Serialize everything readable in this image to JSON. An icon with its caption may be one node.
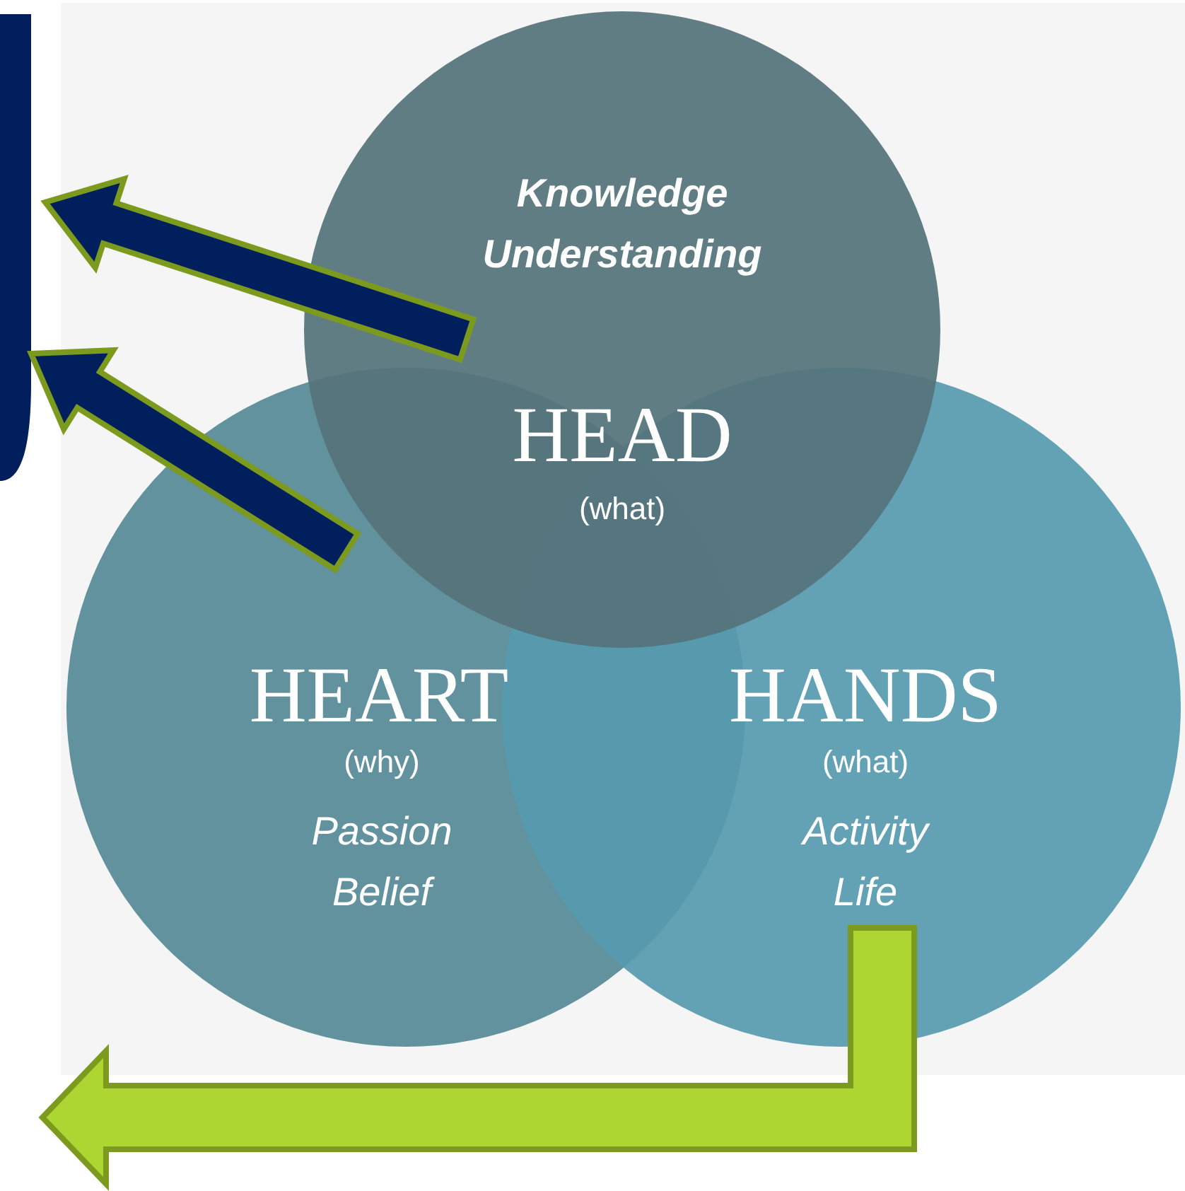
{
  "diagram": {
    "nodes": [
      {
        "text": [
          "Knowledge Understanding",
          "HEAD",
          "(what)"
        ]
      },
      {
        "text": [
          "HEART",
          "(why)",
          "Passion Belief"
        ]
      },
      {
        "text": [
          "HANDS",
          "(what)",
          "Activity Life"
        ]
      },
      {
        "text": [],
        "shape": "bar"
      }
    ],
    "edges": [
      {
        "from": 0,
        "to": 3,
        "arrow": "to",
        "color": "#001f5c"
      },
      {
        "from": 1,
        "to": 3,
        "arrow": "to",
        "color": "#001f5c"
      },
      {
        "from": 2,
        "to": null,
        "arrow": "to",
        "color": "#add633"
      }
    ]
  }
}
